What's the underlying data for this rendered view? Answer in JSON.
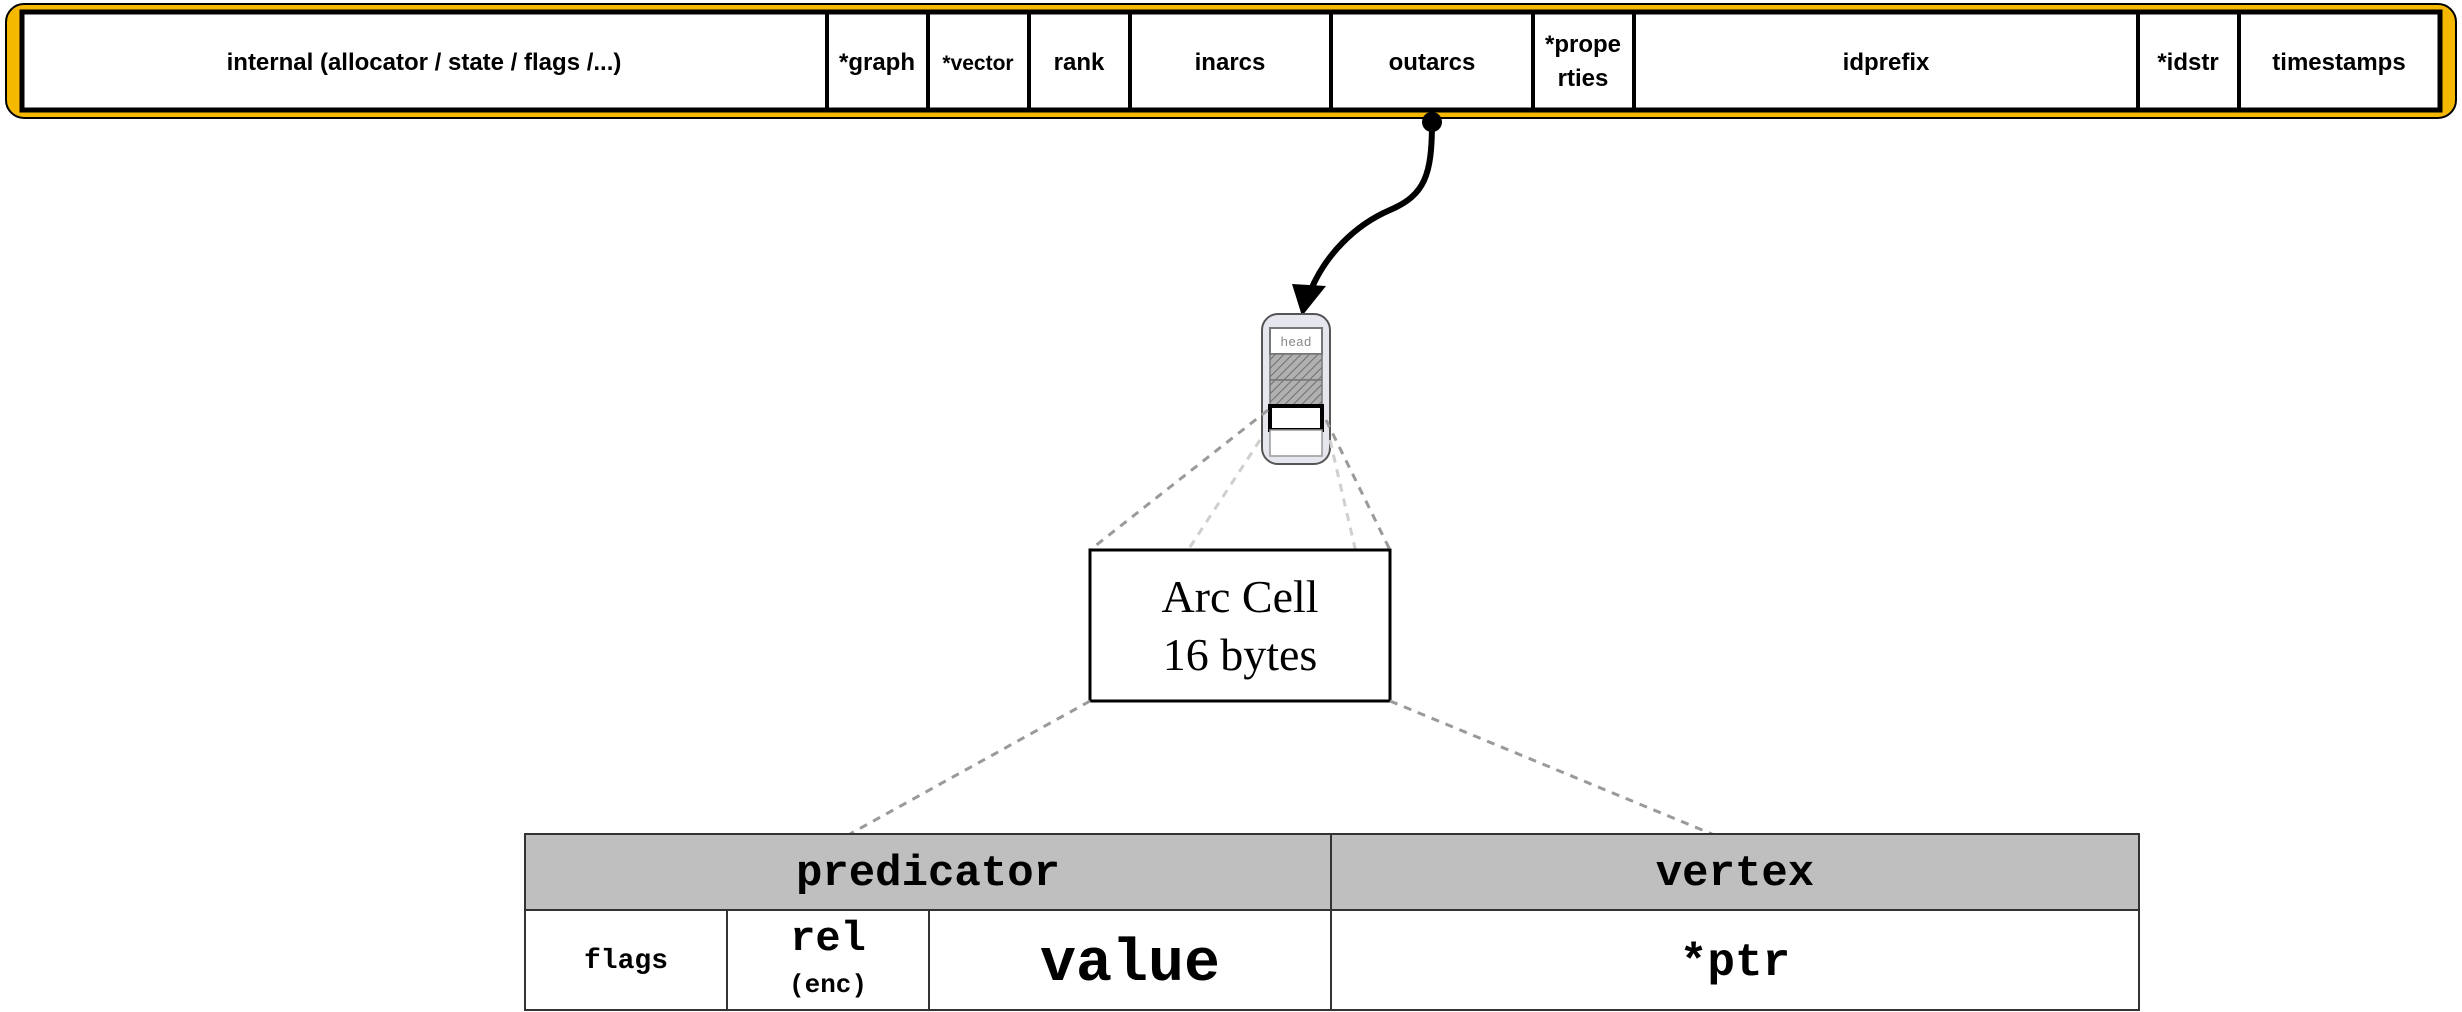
{
  "struct": {
    "fields": [
      {
        "label": "internal (allocator / state / flags /...)"
      },
      {
        "label": "*graph"
      },
      {
        "label": "*vector"
      },
      {
        "label": "rank"
      },
      {
        "label": "inarcs"
      },
      {
        "label": "outarcs"
      },
      {
        "label": "*prope"
      },
      {
        "label": "idprefix"
      },
      {
        "label": "*idstr"
      },
      {
        "label": "timestamps"
      }
    ],
    "properties_line2": "rties"
  },
  "arc_array": {
    "head_label": "head"
  },
  "arc_cell": {
    "line1": "Arc Cell",
    "line2": "16 bytes"
  },
  "layout_table": {
    "predicator_header": "predicator",
    "vertex_header": "vertex",
    "flags": "flags",
    "rel": "rel",
    "rel_sub": "(enc)",
    "value": "value",
    "ptr": "*ptr"
  },
  "colors": {
    "struct_outline": "#f5b800",
    "header_fill": "#bfbfbf",
    "hatch": "#8a8a8a",
    "dashed_line": "#9a9a9a"
  }
}
